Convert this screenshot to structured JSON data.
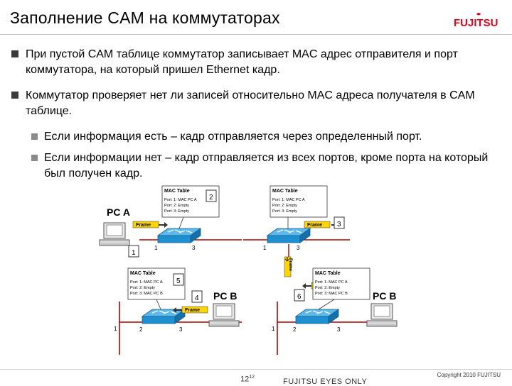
{
  "slide": {
    "title": "Заполнение CAM на коммутаторах",
    "logo_text": "FUJITSU",
    "bullets": [
      "При пустой CAM таблице коммутатор записывает MAC адрес отправителя и порт коммутатора, на который пришел Ethernet кадр.",
      "Коммутатор проверяет нет ли записей относительно MAC адреса получателя в CAM таблице."
    ],
    "sub_bullets": [
      "Если информация есть – кадр отправляется через определенный порт.",
      "Если информации нет – кадр отправляется из всех портов, кроме порта на который был получен кадр."
    ]
  },
  "diagram": {
    "pc_a": "PC A",
    "pc_b1": "PC B",
    "pc_b2": "PC B",
    "frame": "Frame",
    "table_title": "MAC Table",
    "panel2_rows": [
      "Port:  1: MAC PC A",
      "Port:  2: Empty",
      "Port:  3: Empty"
    ],
    "panel3_rows": [
      "Port:  1: MAC PC A",
      "Port:  2: Empty",
      "Port:  3: Empty"
    ],
    "panel5_rows": [
      "Port:  1: MAC PC A",
      "Port:  2: Empty",
      "Port:  3: MAC PC B"
    ],
    "panel6_rows": [
      "Port:  1: MAC PC A",
      "Port:  2: Empty",
      "Port:  3: MAC PC B"
    ],
    "steps": [
      "1",
      "2",
      "3",
      "4",
      "5",
      "6"
    ],
    "ports": [
      "1",
      "2",
      "3"
    ]
  },
  "footer": {
    "page": "12",
    "page_sup": "12",
    "confidentiality": "FUJITSU EYES ONLY",
    "copyright": "Copyright 2010 FUJITSU"
  },
  "colors": {
    "logo_red": "#e2001a",
    "cable_red": "#b00000",
    "frame_yellow": "#ffd400",
    "switch_blue": "#1e8fd0"
  }
}
